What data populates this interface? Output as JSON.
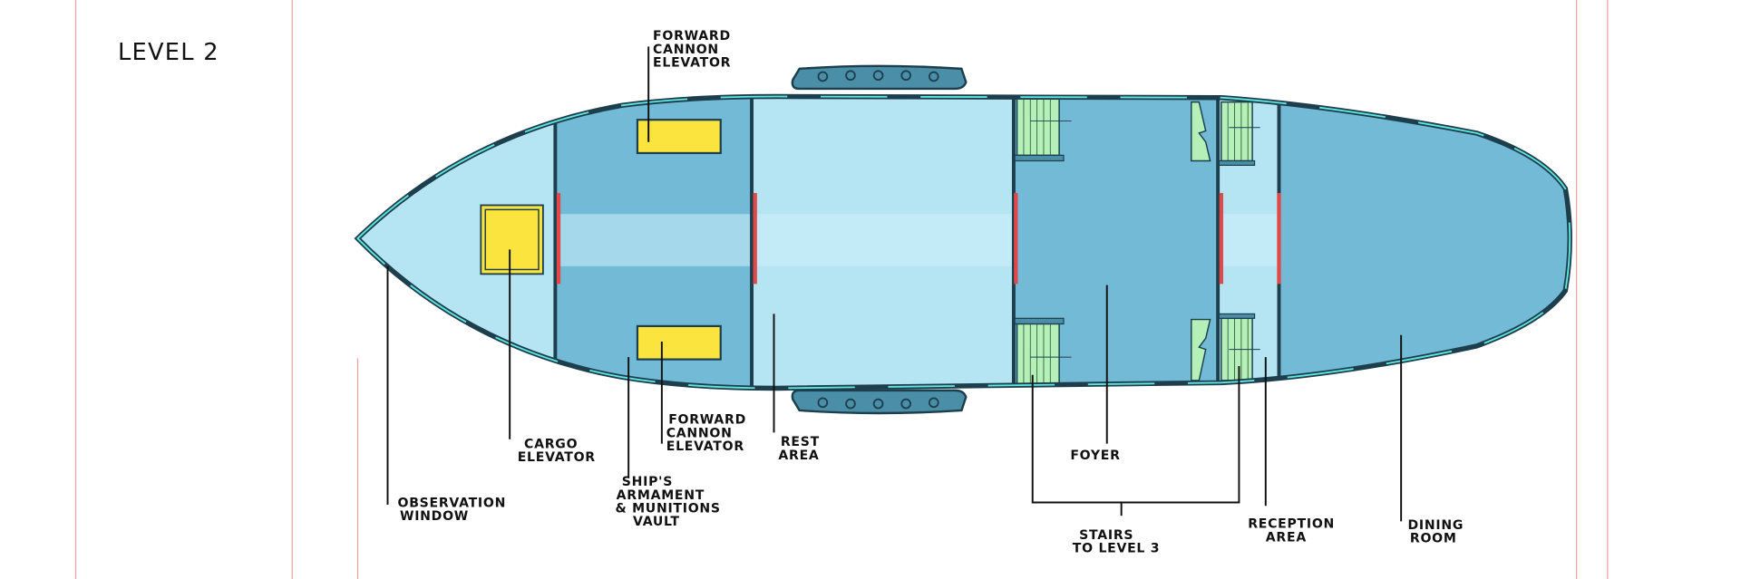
{
  "title": "LEVEL 2",
  "colors": {
    "light_room": "#b5e5f3",
    "dark_room": "#72bad6",
    "corridor_light": "#c3eaf7",
    "corridor_dark": "#a4d8ea",
    "hull_stroke": "#1d3f4d",
    "window_cyan": "#5ee6e0",
    "door_red": "#e24848",
    "elevator_yellow": "#fce43f",
    "stairs_green": "#b5f0b8",
    "pod_blue": "#4a8ea8",
    "margin_red": "#f4a0a0"
  },
  "labels": {
    "forward_cannon_top": [
      "FORWARD",
      "CANNON",
      "ELEVATOR"
    ],
    "cargo_elevator": [
      "CARGO",
      "ELEVATOR"
    ],
    "observation_window": [
      "OBSERVATION",
      "WINDOW"
    ],
    "armament_vault": [
      "SHIP'S",
      "ARMAMENT",
      "& MUNITIONS",
      "VAULT"
    ],
    "forward_cannon_bottom": [
      "FORWARD",
      "CANNON",
      "ELEVATOR"
    ],
    "rest_area": [
      "REST",
      "AREA"
    ],
    "foyer": [
      "FOYER"
    ],
    "stairs": [
      "STAIRS",
      "TO LEVEL 3"
    ],
    "reception_area": [
      "RECEPTION",
      "AREA"
    ],
    "dining_room": [
      "DINING",
      "ROOM"
    ]
  }
}
